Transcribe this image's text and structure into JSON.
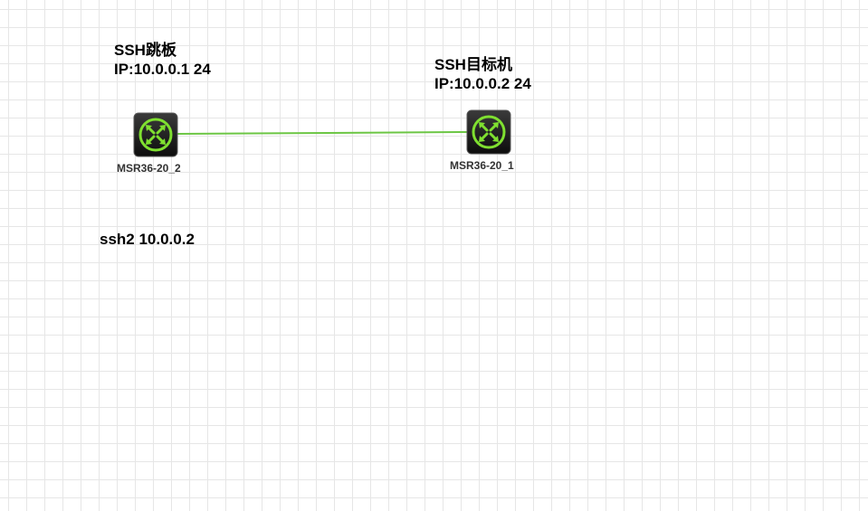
{
  "devices": [
    {
      "name": "MSR36-20_2",
      "note_line1": "SSH跳板",
      "note_line2": "IP:10.0.0.1 24",
      "icon": "router-icon"
    },
    {
      "name": "MSR36-20_1",
      "note_line1": "SSH目标机",
      "note_line2": "IP:10.0.0.2 24",
      "icon": "router-icon"
    }
  ],
  "link": {
    "from": "MSR36-20_2",
    "to": "MSR36-20_1",
    "color": "#6cc644"
  },
  "command_note": "ssh2 10.0.0.2",
  "colors": {
    "device_body": "#1a1a1a",
    "device_accent": "#7fe030",
    "grid": "#e6e6e6"
  }
}
